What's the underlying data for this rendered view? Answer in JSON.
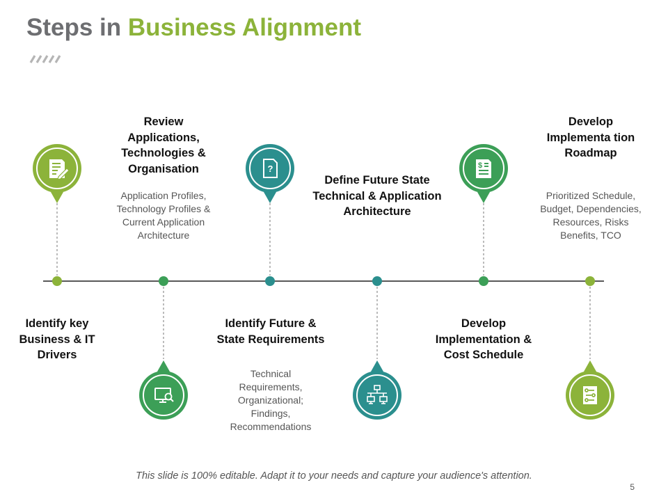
{
  "slide": {
    "title_part1": "Steps in",
    "title_part2": "Business Alignment",
    "footer": "This slide is 100% editable. Adapt it to your needs and capture your audience's attention.",
    "page_number": "5"
  },
  "colors": {
    "green_light": "#8cb33a",
    "green_mid": "#3c9f57",
    "teal": "#2b8f8e",
    "gray": "#6d6e71"
  },
  "steps": [
    {
      "heading": "Identify key Business & IT Drivers",
      "description": "",
      "icon": "document-edit-icon"
    },
    {
      "heading": "Review Applications, Technologies & Organisation",
      "description": "Application Profiles, Technology  Profiles & Current Application Architecture",
      "icon": "monitor-search-icon"
    },
    {
      "heading": "Identify Future & State Requirements",
      "description": "Technical Requirements, Organizational; Findings, Recommendations",
      "icon": "document-question-icon"
    },
    {
      "heading": "Define Future State Technical & Application Architecture",
      "description": "",
      "icon": "network-icon"
    },
    {
      "heading": "Develop Implementation & Cost Schedule",
      "description": "",
      "icon": "dollar-document-icon"
    },
    {
      "heading": "Develop Implementa tion Roadmap",
      "description": "Prioritized Schedule, Budget, Dependencies, Resources, Risks Benefits, TCO",
      "icon": "roadmap-document-icon"
    }
  ]
}
